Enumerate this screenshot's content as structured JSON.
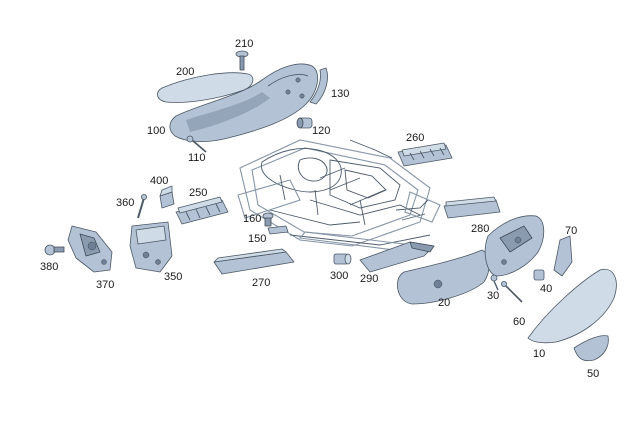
{
  "labels": {
    "p10": "10",
    "p20": "20",
    "p30": "30",
    "p40": "40",
    "p50": "50",
    "p60": "60",
    "p70": "70",
    "p100": "100",
    "p110": "110",
    "p120": "120",
    "p130": "130",
    "p150": "150",
    "p160": "160",
    "p200": "200",
    "p210": "210",
    "p250": "250",
    "p260": "260",
    "p270": "270",
    "p280": "280",
    "p290": "290",
    "p300": "300",
    "p350": "350",
    "p360": "360",
    "p370": "370",
    "p380": "380",
    "p400": "400"
  },
  "colors": {
    "part_fill": "#b3c3d5",
    "part_outline": "#4b5866",
    "label_text": "#1a1a1a",
    "background": "#ffffff"
  }
}
